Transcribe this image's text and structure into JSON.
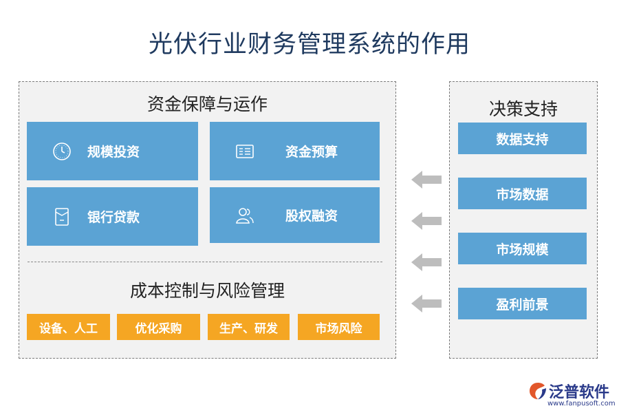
{
  "title": "光伏行业财务管理系统的作用",
  "left_panel": {
    "top_section_title": "资金保障与运作",
    "tiles": [
      {
        "label": "规模投资",
        "icon": "clock-icon"
      },
      {
        "label": "资金预算",
        "icon": "document-icon"
      },
      {
        "label": "银行贷款",
        "icon": "envelope-icon"
      },
      {
        "label": "股权融资",
        "icon": "people-icon"
      }
    ],
    "bottom_section_title": "成本控制与风险管理",
    "tags": [
      "设备、人工",
      "优化采购",
      "生产、研发",
      "市场风险"
    ]
  },
  "right_panel": {
    "title": "决策支持",
    "items": [
      "数据支持",
      "市场数据",
      "市场规模",
      "盈利前景"
    ]
  },
  "arrows": {
    "icon": "arrow-left-icon",
    "count": 4
  },
  "logo": {
    "name": "泛普软件",
    "url": "www.fanpusoft.com"
  },
  "colors": {
    "title": "#1f3a5f",
    "tile_blue": "#5ba3d4",
    "tag_orange": "#f5a623",
    "panel_bg": "#f2f2f2",
    "arrow_gray": "#bdbdbd"
  }
}
